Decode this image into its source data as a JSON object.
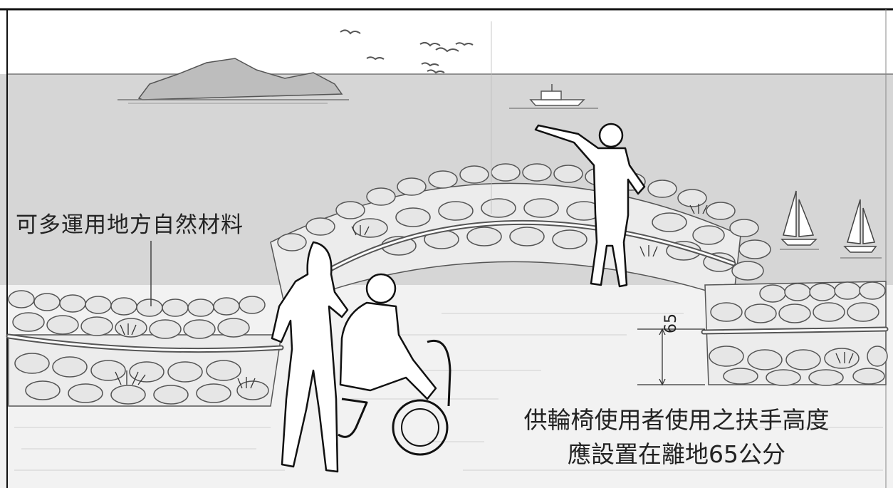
{
  "annotations": {
    "material_label": "可多運用地方自然材料",
    "height_label": "65",
    "handrail_note_line1": "供輪椅使用者使用之扶手高度",
    "handrail_note_line2": "應設置在離地65公分"
  },
  "icons": [
    "island",
    "seagulls",
    "boat",
    "sailboat",
    "stone-wall",
    "handrail",
    "person-pointing",
    "person-standing",
    "wheelchair-user",
    "dimension-marker"
  ],
  "colors": {
    "sky": "#ffffff",
    "sea": "#d6d6d6",
    "ground": "#f2f2f2",
    "stone_fill": "#e6e6e6",
    "stone_line": "#555555",
    "rail": "#555555",
    "figure_fill": "#ffffff",
    "figure_outline": "#111111"
  }
}
